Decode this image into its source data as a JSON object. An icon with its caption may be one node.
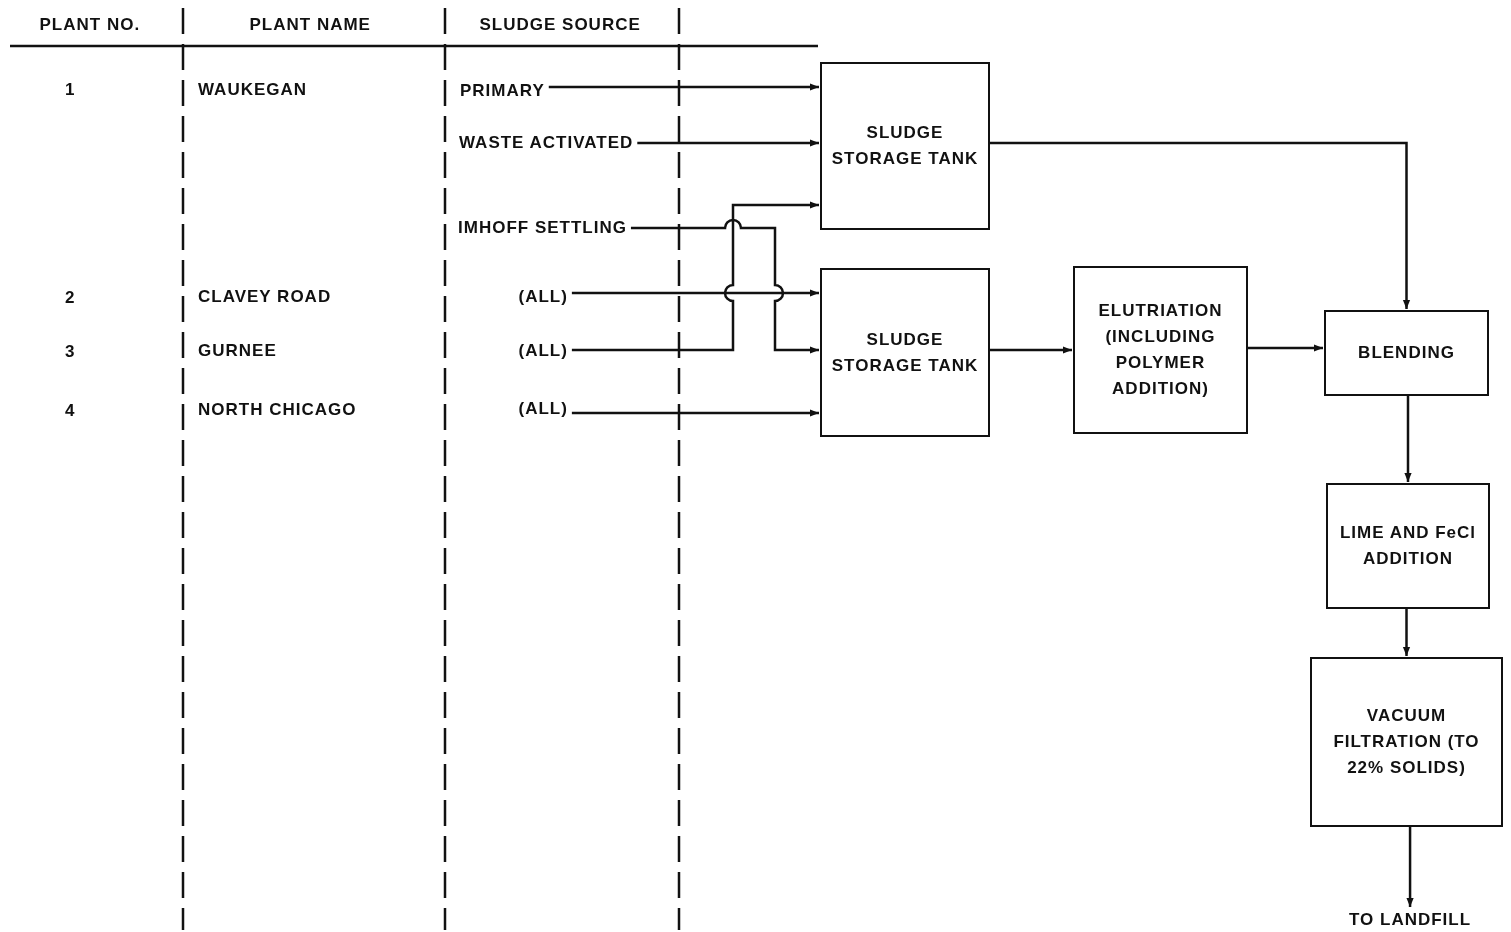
{
  "diagram": {
    "nodes": [
      {
        "text": [
          "PRIMARY"
        ]
      },
      {
        "text": [
          "WASTE ACTIVATED"
        ]
      },
      {
        "text": [
          "IMHOFF SETTLING"
        ]
      },
      {
        "text": [
          "(ALL)"
        ]
      },
      {
        "text": [
          "(ALL)"
        ]
      },
      {
        "text": [
          "(ALL)"
        ]
      },
      {
        "text": [
          "SLUDGE STORAGE TANK"
        ]
      },
      {
        "text": [
          "SLUDGE STORAGE TANK"
        ]
      },
      {
        "text": [
          "ELUTRIATION (INCLUDING POLYMER ADDITION)"
        ]
      },
      {
        "text": [
          "BLENDING"
        ]
      },
      {
        "text": [
          "LIME AND FeCl ADDITION"
        ]
      },
      {
        "text": [
          "VACUUM FILTRATION (TO 22% SOLIDS)"
        ]
      },
      {
        "text": [
          "TO LANDFILL"
        ]
      }
    ],
    "edges": [
      {
        "from": 0,
        "to": 6,
        "arrow": "to"
      },
      {
        "from": 1,
        "to": 6,
        "arrow": "to"
      },
      {
        "from": 2,
        "to": 7,
        "arrow": "to"
      },
      {
        "from": 3,
        "to": 7,
        "arrow": "to"
      },
      {
        "from": 4,
        "to": 6,
        "arrow": "to"
      },
      {
        "from": 5,
        "to": 7,
        "arrow": "to"
      },
      {
        "from": 6,
        "to": 9,
        "arrow": "to"
      },
      {
        "from": 7,
        "to": 8,
        "arrow": "to"
      },
      {
        "from": 8,
        "to": 9,
        "arrow": "to"
      },
      {
        "from": 9,
        "to": 10,
        "arrow": "to"
      },
      {
        "from": 10,
        "to": 11,
        "arrow": "to"
      },
      {
        "from": 11,
        "to": 12,
        "arrow": "to"
      }
    ],
    "labels": [
      "PLANT NO.",
      "PLANT NAME",
      "SLUDGE SOURCE",
      "1",
      "WAUKEGAN",
      "2",
      "CLAVEY ROAD",
      "3",
      "GURNEE",
      "4",
      "NORTH CHICAGO"
    ]
  }
}
